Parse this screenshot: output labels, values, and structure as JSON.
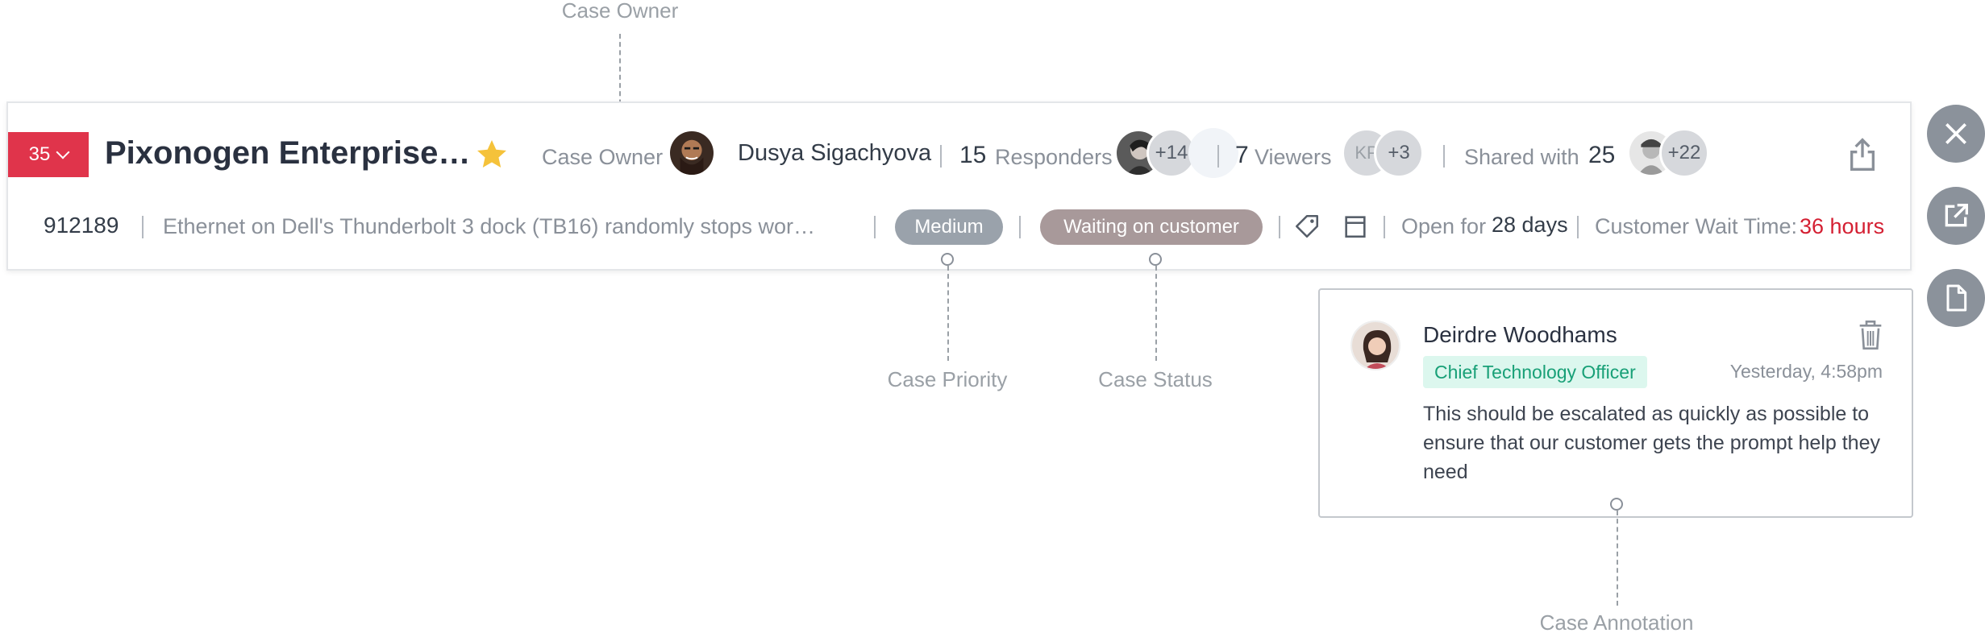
{
  "annotations": {
    "case_owner": "Case Owner",
    "case_priority": "Case Priority",
    "case_status": "Case Status",
    "case_annotation": "Case Annotation"
  },
  "header": {
    "priority_number": "35",
    "title": "Pixonogen Enterprise…",
    "starred": true,
    "owner_label": "Case Owner",
    "owner_name": "Dusya Sigachyova",
    "responders_count": "15",
    "responders_label": "Responders",
    "responders_extra": "+14",
    "viewers_count": "7",
    "viewers_label": "Viewers",
    "viewer_initials": "KP",
    "viewers_extra": "+3",
    "shared_label": "Shared with",
    "shared_count": "25",
    "shared_extra": "+22"
  },
  "details": {
    "case_id": "912189",
    "subject": "Ethernet on Dell's Thunderbolt 3 dock (TB16) randomly stops wor…",
    "priority": "Medium",
    "status": "Waiting on customer",
    "open_for_label": "Open for",
    "open_for_value": "28 days",
    "wait_label": "Customer Wait Time:",
    "wait_value": "36 hours"
  },
  "comment": {
    "author": "Deirdre Woodhams",
    "role": "Chief Technology Officer",
    "time": "Yesterday, 4:58pm",
    "text": "This should be escalated as quickly as possible to ensure that our customer gets the prompt help they need"
  },
  "colors": {
    "priority_red": "#e0344b",
    "medium_pill": "#9aa2ab",
    "status_pill": "#a8999a",
    "wait_time_red": "#d41f32",
    "role_green": "#18a077"
  },
  "icons": [
    "star-icon",
    "share-icon",
    "tag-icon",
    "calendar-icon",
    "close-icon",
    "external-link-icon",
    "document-icon",
    "trash-icon"
  ]
}
